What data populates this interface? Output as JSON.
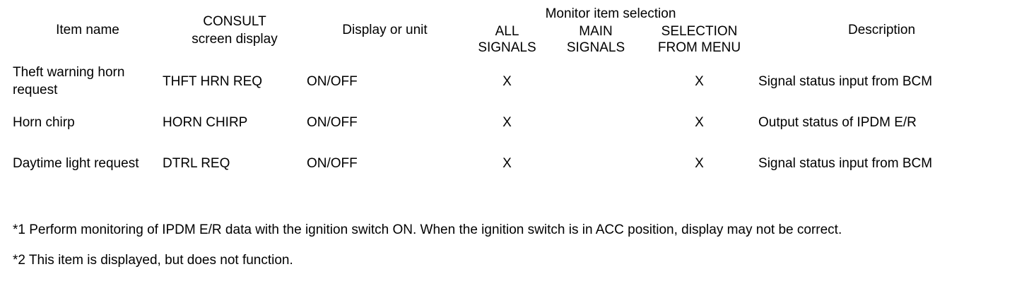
{
  "table": {
    "headers": {
      "item_name": "Item name",
      "consult_screen_display_line1": "CONSULT",
      "consult_screen_display_line2": "screen display",
      "display_or_unit": "Display or unit",
      "monitor_item_selection": "Monitor item selection",
      "all_signals_line1": "ALL",
      "all_signals_line2": "SIGNALS",
      "main_signals_line1": "MAIN",
      "main_signals_line2": "SIGNALS",
      "selection_from_menu_line1": "SELECTION",
      "selection_from_menu_line2": "FROM MENU",
      "description": "Description"
    },
    "rows": [
      {
        "item_name": "Theft warning horn request",
        "consult_screen_display": "THFT HRN REQ",
        "display_or_unit": "ON/OFF",
        "all_signals": "X",
        "main_signals": "",
        "selection_from_menu": "X",
        "description": "Signal status input from BCM"
      },
      {
        "item_name": "Horn chirp",
        "consult_screen_display": "HORN CHIRP",
        "display_or_unit": "ON/OFF",
        "all_signals": "X",
        "main_signals": "",
        "selection_from_menu": "X",
        "description": "Output status of IPDM E/R"
      },
      {
        "item_name": "Daytime light request",
        "consult_screen_display": "DTRL REQ",
        "display_or_unit": "ON/OFF",
        "all_signals": "X",
        "main_signals": "",
        "selection_from_menu": "X",
        "description": "Signal status input from BCM"
      }
    ]
  },
  "footnotes": [
    "*1 Perform monitoring of IPDM E/R data with the ignition switch ON. When the ignition switch is in ACC position, display may not be correct.",
    "*2 This item is displayed, but does not function."
  ],
  "colors": {
    "text": "#000000",
    "background": "#ffffff",
    "rule": "#000000"
  }
}
